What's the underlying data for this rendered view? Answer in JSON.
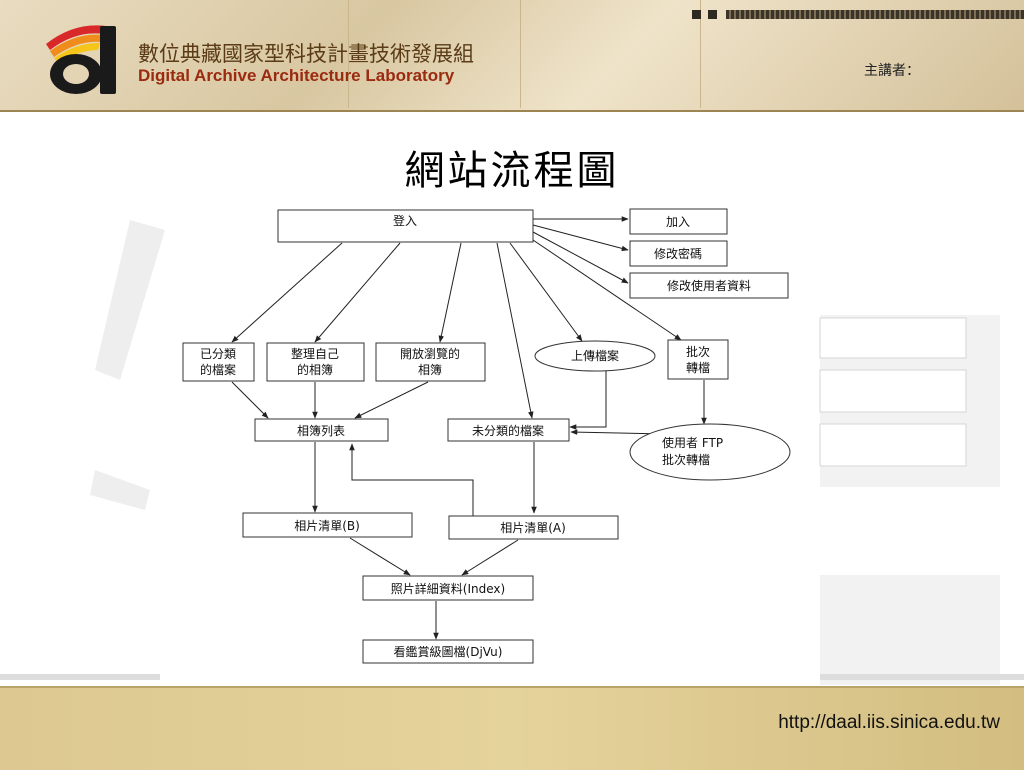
{
  "header": {
    "org_name_cn": "數位典藏國家型科技計畫技術發展組",
    "org_name_en": "Digital Archive Architecture Laboratory",
    "speaker_label": "主講者："
  },
  "slide": {
    "title": "網站流程圖"
  },
  "footer": {
    "url": "http://daal.iis.sinica.edu.tw"
  },
  "colors": {
    "logo_dark": "#1a1a1a",
    "logo_red": "#d8282a",
    "logo_orange": "#f08c1c",
    "logo_yellow": "#f6c51a",
    "brand_text_en": "#9a2a10"
  },
  "flowchart": {
    "nodes": {
      "login": "登入",
      "join": "加入",
      "change_password": "修改密碼",
      "edit_profile": "修改使用者資料",
      "classified_files": [
        "已分類",
        "的檔案"
      ],
      "my_albums": [
        "整理自己",
        "的相簿"
      ],
      "open_albums": [
        "開放瀏覽的",
        "相簿"
      ],
      "upload_files": "上傳檔案",
      "batch_convert": [
        "批次",
        "轉檔"
      ],
      "album_list": "相簿列表",
      "unclassified_files": "未分類的檔案",
      "ftp_batch": [
        "使用者 FTP",
        "批次轉檔"
      ],
      "photo_list_b": "相片清單(B)",
      "photo_list_a": "相片清單(A)",
      "photo_detail": "照片詳細資料(Index)",
      "view_djvu": "看鑑賞級圖檔(DjVu)"
    }
  }
}
